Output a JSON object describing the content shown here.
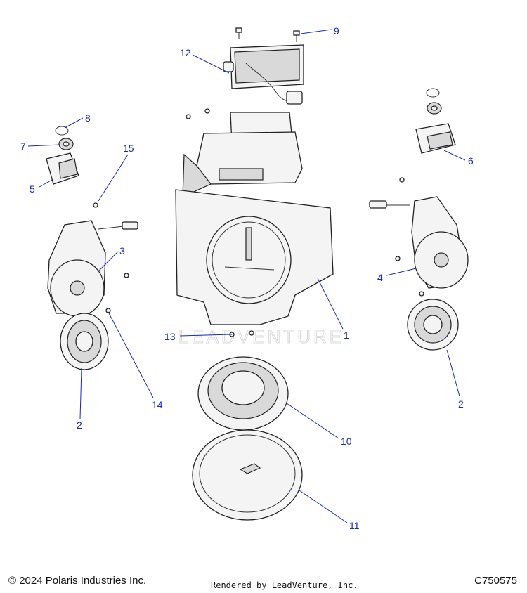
{
  "diagram": {
    "watermark": "LEADVENTURE",
    "callouts": [
      "1",
      "2",
      "2",
      "3",
      "4",
      "5",
      "6",
      "7",
      "8",
      "9",
      "10",
      "11",
      "12",
      "13",
      "14",
      "15"
    ]
  },
  "footer": {
    "copyright": "© 2024 Polaris Industries Inc.",
    "rendered_by": "Rendered by LeadVenture, Inc.",
    "diagram_code": "C750575"
  },
  "colors": {
    "callout": "#1a2bb8",
    "outline": "#222222"
  }
}
